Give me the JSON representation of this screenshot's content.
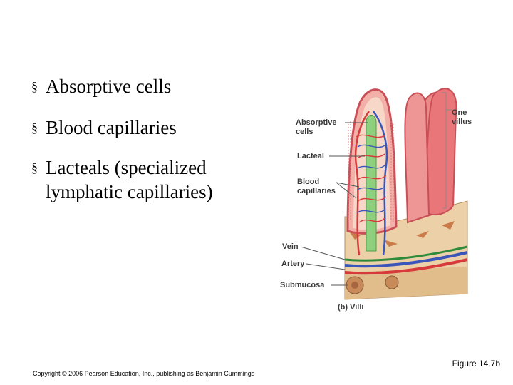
{
  "bullet_marker": "§",
  "bullets": [
    {
      "text": "Absorptive cells"
    },
    {
      "text": "Blood capillaries"
    },
    {
      "text": "Lacteals (specialized",
      "cont": "lymphatic capillaries)"
    }
  ],
  "figure": {
    "labels": {
      "absorptive_cells_1": "Absorptive",
      "absorptive_cells_2": "cells",
      "lacteal": "Lacteal",
      "blood_capillaries_1": "Blood",
      "blood_capillaries_2": "capillaries",
      "vein": "Vein",
      "artery": "Artery",
      "submucosa": "Submucosa",
      "one_villus_1": "One",
      "one_villus_2": "villus",
      "panel": "(b) Villi"
    },
    "colors": {
      "villus": "#e9777a",
      "villus_edge": "#c94f57",
      "artery": "#d63a3a",
      "vein": "#3a56b8",
      "lacteal": "#7cc46e",
      "submucosa": "#e8c89c"
    }
  },
  "caption": "Figure 14.7b",
  "copyright": "Copyright © 2006 Pearson Education, Inc., publishing as Benjamin Cummings"
}
